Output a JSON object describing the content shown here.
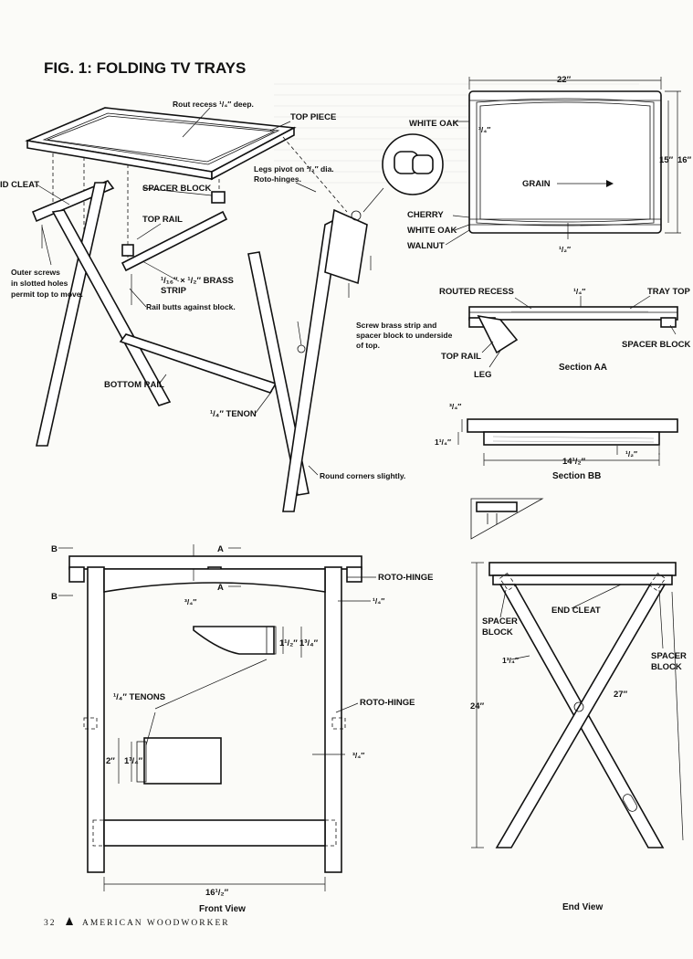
{
  "figure": {
    "title": "FIG. 1: FOLDING TV TRAYS"
  },
  "exploded": {
    "rout_recess": "Rout recess ¹/₄″ deep.",
    "top_piece": "TOP PIECE",
    "end_cleat": "ID CLEAT",
    "spacer_block": "SPACER BLOCK",
    "legs_pivot": [
      "Legs pivot on ¹/₂″ dia.",
      "Roto-hinges."
    ],
    "top_rail": "TOP RAIL",
    "outer_screws": [
      "Outer screws",
      "in slotted holes",
      "permit top to move."
    ],
    "brass_strip": [
      "¹/₁₆″ × ¹/₂″ BRASS",
      "STRIP"
    ],
    "rail_butts": "Rail butts against block.",
    "screw_brass": [
      "Screw brass strip and",
      "spacer block to underside",
      "of top."
    ],
    "bottom_rail": "BOTTOM RAIL",
    "tenon": "¹/₄″ TENON",
    "round_corners": "Round corners slightly."
  },
  "tray_top": {
    "width": "22″",
    "white_oak": "WHITE OAK",
    "edge_thick": "³/₄″",
    "depth_inner": "15″",
    "depth_outer": "16″",
    "grain": "GRAIN",
    "cherry": "CHERRY",
    "white_oak_2": "WHITE OAK",
    "walnut": "WALNUT",
    "half": "¹/₂″"
  },
  "section_aa": {
    "routed_recess": "ROUTED RECESS",
    "quarter": "¹/₄″",
    "tray_top": "TRAY TOP",
    "spacer_block": "SPACER BLOCK",
    "top_rail": "TOP RAIL",
    "leg": "LEG",
    "caption": "Section AA"
  },
  "section_bb": {
    "three_quarter": "³/₄″",
    "one_quarter": "1¹/₄″",
    "length": "14¹/₂″",
    "half": "¹/₂″",
    "caption": "Section BB"
  },
  "front_view": {
    "b_top": "B",
    "b_bottom": "B",
    "a_top": "A",
    "a_bottom": "A",
    "three_quarter_left": "³/₄″",
    "roto_hinge_1": "ROTO-HINGE",
    "quarter_right": "¹/₄″",
    "tenon_1": "1¹/₂″",
    "tenon_2": "1³/₄″",
    "tenons": "¹/₄″ TENONS",
    "roto_hinge_2": "ROTO-HINGE",
    "rail_h1": "2″",
    "rail_h2": "1³/₄″",
    "three_quarter_right": "³/₄″",
    "width": "16¹/₂″",
    "caption": "Front View"
  },
  "end_view": {
    "spacer_left": [
      "SPACER",
      "BLOCK"
    ],
    "end_cleat": "END CLEAT",
    "spacer_right": [
      "SPACER",
      "BLOCK"
    ],
    "leg_w": "1³/₄″",
    "height": "24″",
    "leg_len": "27″",
    "caption": "End View"
  },
  "footer": {
    "page": "32",
    "magazine": "AMERICAN WOODWORKER"
  }
}
